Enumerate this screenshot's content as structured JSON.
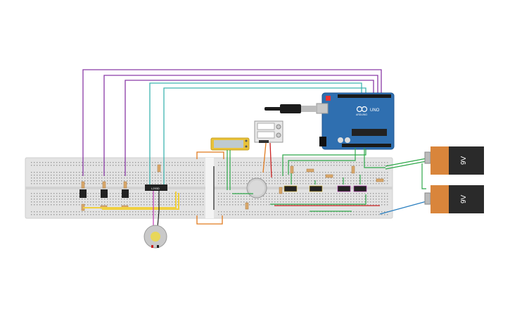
{
  "canvas": {
    "background": "#ffffff"
  },
  "colors": {
    "breadboard": "#e6e6e6",
    "arduino": "#2f6fb0",
    "wire_purple": "#8a3aa6",
    "wire_teal": "#3fb5b0",
    "wire_green": "#2fa84a",
    "wire_orange": "#e07a1f",
    "wire_yellow": "#f0d040",
    "wire_blue": "#2a7fc0",
    "battery_orange": "#d9853b",
    "battery_black": "#2a2a2a"
  },
  "arduino": {
    "brand": "ARDUINO",
    "model": "UNO",
    "icons": [
      "usb-connector-icon",
      "power-jack-icon",
      "reset-button-icon",
      "chip-icon"
    ]
  },
  "battery_top": {
    "label": "9V"
  },
  "battery_bottom": {
    "label": "9V"
  },
  "ics": {
    "motor_driver": {
      "label": "L293D"
    }
  },
  "components": {
    "potentiometer": "potentiometer-icon",
    "motor": "dc-motor-icon",
    "relay": "relay-icon",
    "lcd": "lcd-icon"
  }
}
